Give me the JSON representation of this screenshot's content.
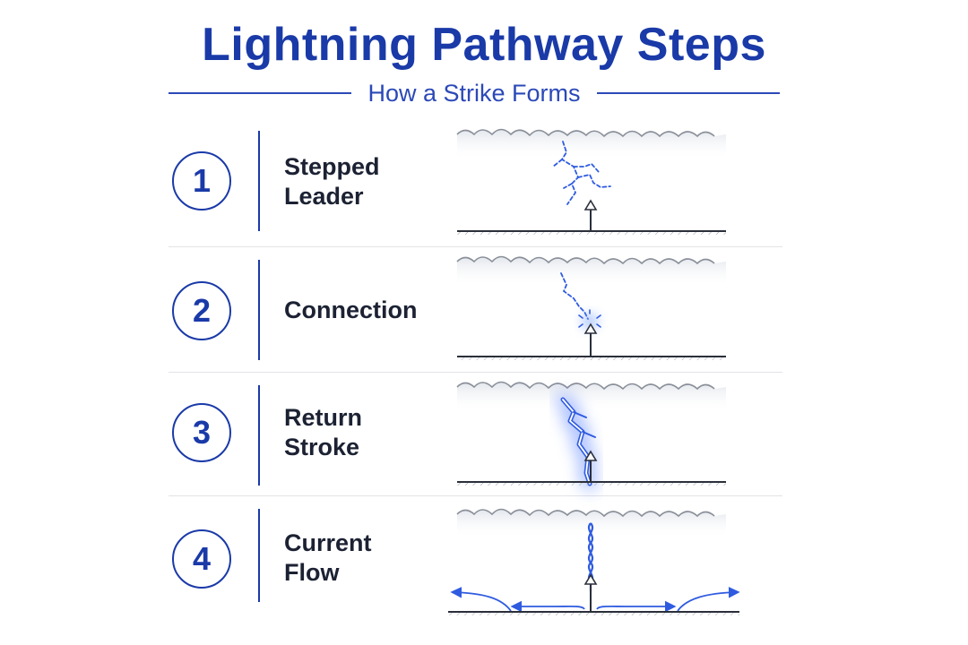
{
  "title": "Lightning Pathway Steps",
  "subtitle": "How a Strike Forms",
  "steps": [
    {
      "number": "1",
      "label_line1": "Stepped",
      "label_line2": "Leader"
    },
    {
      "number": "2",
      "label_line1": "Connection",
      "label_line2": ""
    },
    {
      "number": "3",
      "label_line1": "Return",
      "label_line2": "Stroke"
    },
    {
      "number": "4",
      "label_line1": "Current",
      "label_line2": "Flow"
    }
  ],
  "colors": {
    "accent": "#1a3aa8",
    "lightning": "#2f5be0",
    "cloud": "#8a8f99",
    "ground": "#2a2f3a"
  }
}
